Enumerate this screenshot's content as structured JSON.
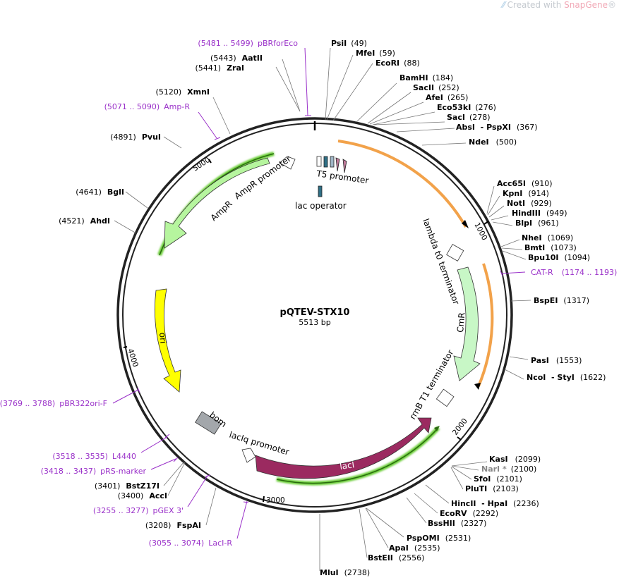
{
  "watermark": {
    "prefix": "Created with ",
    "brand": "SnapGene",
    "mark": "®"
  },
  "plasmid": {
    "name": "pQTEV-STX10",
    "length_label": "5513 bp"
  },
  "ruler_ticks": [
    "1000",
    "2000",
    "3000",
    "4000",
    "5000"
  ],
  "sites": [
    {
      "name": "PsiI",
      "pos": "(49)"
    },
    {
      "name": "MfeI",
      "pos": "(59)"
    },
    {
      "name": "EcoRI",
      "pos": "(88)"
    },
    {
      "name": "BamHI",
      "pos": "(184)"
    },
    {
      "name": "SacII",
      "pos": "(252)"
    },
    {
      "name": "AfeI",
      "pos": "(265)"
    },
    {
      "name": "Eco53kI",
      "pos": "(276)"
    },
    {
      "name": "SacI",
      "pos": "(278)"
    },
    {
      "name": "AbsI  - PspXI",
      "pos": "(367)"
    },
    {
      "name": "NdeI",
      "pos": "(500)"
    },
    {
      "name": "Acc65I",
      "pos": "(910)"
    },
    {
      "name": "KpnI",
      "pos": "(914)"
    },
    {
      "name": "NotI",
      "pos": "(929)"
    },
    {
      "name": "HindIII",
      "pos": "(949)"
    },
    {
      "name": "BlpI",
      "pos": "(961)"
    },
    {
      "name": "NheI",
      "pos": "(1069)"
    },
    {
      "name": "BmtI",
      "pos": "(1073)"
    },
    {
      "name": "Bpu10I",
      "pos": "(1094)"
    },
    {
      "name": "BspEI",
      "pos": "(1317)"
    },
    {
      "name": "PasI",
      "pos": "(1553)"
    },
    {
      "name": "NcoI  - StyI",
      "pos": "(1622)"
    },
    {
      "name": "KasI",
      "pos": "(2099)"
    },
    {
      "name": "NarI *",
      "pos": "(2100)",
      "muted": true
    },
    {
      "name": "SfoI",
      "pos": "(2101)"
    },
    {
      "name": "PluTI",
      "pos": "(2103)"
    },
    {
      "name": "HincII  - HpaI",
      "pos": "(2236)"
    },
    {
      "name": "EcoRV",
      "pos": "(2292)"
    },
    {
      "name": "BssHII",
      "pos": "(2327)"
    },
    {
      "name": "PspOMI",
      "pos": "(2531)"
    },
    {
      "name": "ApaI",
      "pos": "(2535)"
    },
    {
      "name": "BstEII",
      "pos": "(2556)"
    },
    {
      "name": "MluI",
      "pos": "(2738)"
    },
    {
      "name": "FspAI",
      "pos": "(3208)"
    },
    {
      "name": "AccI",
      "pos": "(3400)"
    },
    {
      "name": "BstZ17I",
      "pos": "(3401)"
    },
    {
      "name": "AhdI",
      "pos": "(4521)"
    },
    {
      "name": "BglI",
      "pos": "(4641)"
    },
    {
      "name": "PvuI",
      "pos": "(4891)"
    },
    {
      "name": "XmnI",
      "pos": "(5120)"
    },
    {
      "name": "ZraI",
      "pos": "(5441)"
    },
    {
      "name": "AatII",
      "pos": "(5443)"
    }
  ],
  "primers": [
    {
      "range": "(5481 .. 5499)",
      "name": "pBRforEco"
    },
    {
      "range": "(1174 .. 1193)",
      "name": "CAT-R"
    },
    {
      "range": "(5071 .. 5090)",
      "name": "Amp-R"
    },
    {
      "range": "(3769 .. 3788)",
      "name": "pBR322ori-F"
    },
    {
      "range": "(3518 .. 3535)",
      "name": "L4440"
    },
    {
      "range": "(3418 .. 3437)",
      "name": "pRS-marker"
    },
    {
      "range": "(3255 .. 3277)",
      "name": "pGEX 3'"
    },
    {
      "range": "(3055 .. 3074)",
      "name": "LacI-R"
    }
  ],
  "features": {
    "t5_promoter": "T5 promoter",
    "lac_operator": "lac operator",
    "lambda_t0_terminator": "lambda t0 terminator",
    "cmr": "CmR",
    "rrnb_t1_terminator": "rrnB T1 terminator",
    "laci": "lacI",
    "laciq_promoter": "lacIq promoter",
    "bom": "bom",
    "ori": "ori",
    "ampr": "AmpR",
    "ampr_promoter": "AmpR promoter"
  },
  "colors": {
    "backbone": "#222222",
    "orange_orf": "#f2a24a",
    "green_feature": "#b6f59e",
    "green_highlight": "#66cc33",
    "cmr": "#c8f7c6",
    "laci": "#9b2a60",
    "ori": "#ffff00",
    "bom": "#a3a7ab",
    "primer": "#9a31c9",
    "t5_teal": "#2f6f85",
    "t5_pink": "#c07a9a"
  }
}
